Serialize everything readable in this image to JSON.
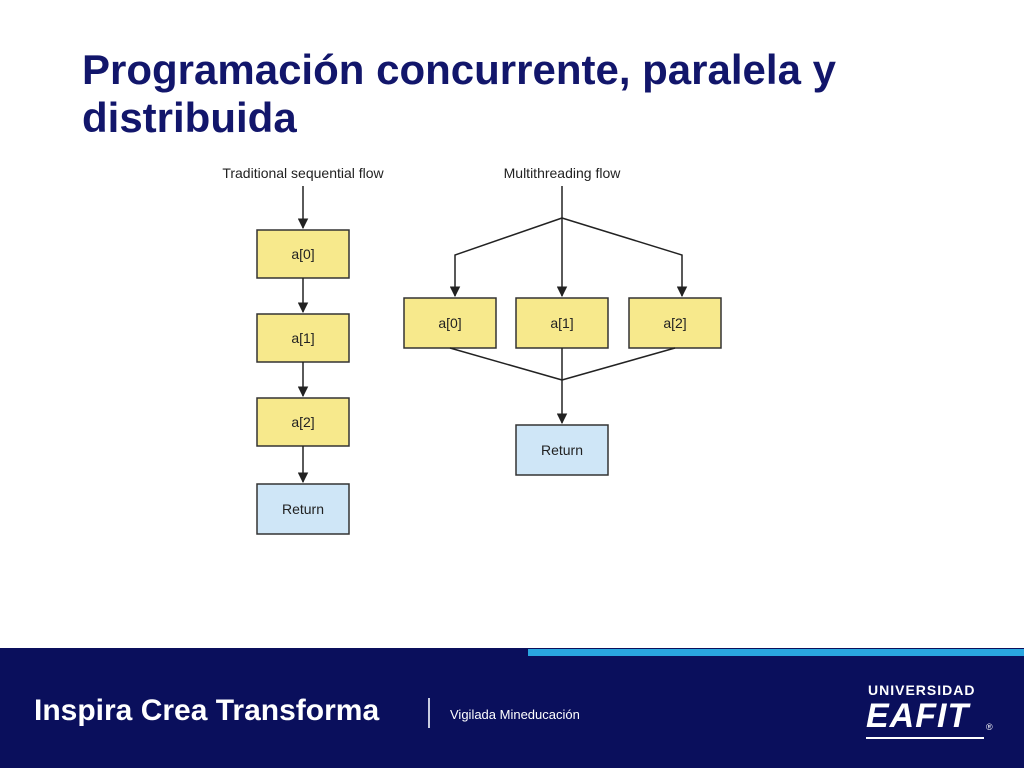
{
  "slide": {
    "title": "Programación concurrente, paralela y distribuida"
  },
  "diagram": {
    "sequential": {
      "heading": "Traditional sequential flow",
      "steps": [
        "a[0]",
        "a[1]",
        "a[2]"
      ],
      "end": "Return"
    },
    "multithreading": {
      "heading": "Multithreading flow",
      "threads": [
        "a[0]",
        "a[1]",
        "a[2]"
      ],
      "end": "Return"
    }
  },
  "footer": {
    "tagline": "Inspira Crea Transforma",
    "vigilada": "Vigilada Mineducación",
    "logo_top": "UNIVERSIDAD",
    "logo_main": "EAFIT",
    "logo_reg": "®"
  },
  "colors": {
    "title": "#12166b",
    "footer_bg": "#0a0f5c",
    "footer_accent": "#2aa6e0",
    "step_fill": "#f7e98c",
    "return_fill": "#cfe6f7"
  }
}
